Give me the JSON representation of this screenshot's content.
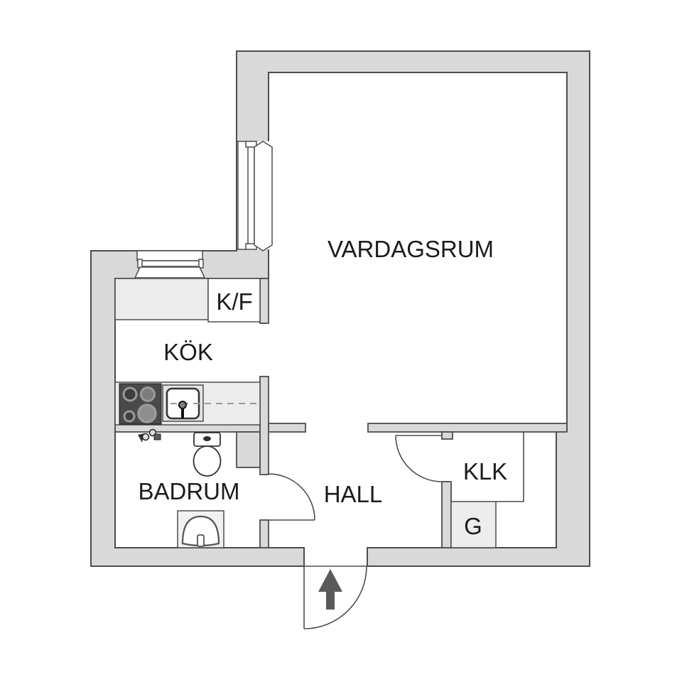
{
  "rooms": {
    "vardagsrum": "VARDAGSRUM",
    "kok": "KÖK",
    "kf": "K/F",
    "badrum": "BADRUM",
    "hall": "HALL",
    "klk": "KLK",
    "g": "G"
  },
  "colors": {
    "background": "#ffffff",
    "wall_fill": "#d9d9d9",
    "wall_outline": "#4d4d4d",
    "counter_fill": "#ececec",
    "wardrobe_fill": "#ededed",
    "stove_fill": "#4a4a4a",
    "burner_ring": "#9a9a9a",
    "entry_arrow": "#5a5a5a",
    "label_text": "#1c1c1c",
    "dashed_line": "#999999"
  }
}
